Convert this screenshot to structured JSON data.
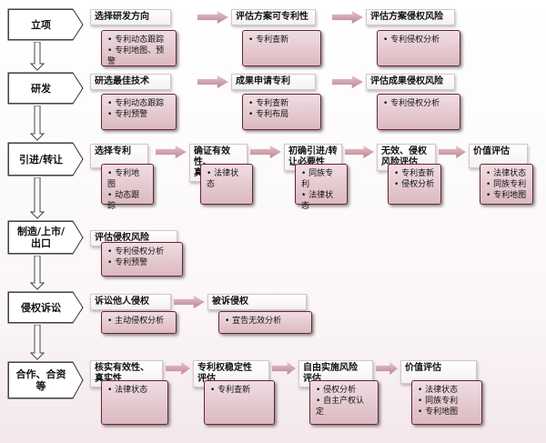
{
  "rows": [
    {
      "stage": "立项",
      "steps": [
        {
          "title": "选择研发方向",
          "items": [
            "专利动态跟踪",
            "专利地图、预警"
          ]
        },
        {
          "title": "评估方案可专利性",
          "items": [
            "专利查新"
          ]
        },
        {
          "title": "评估方案侵权风险",
          "items": [
            "专利侵权分析"
          ]
        }
      ]
    },
    {
      "stage": "研发",
      "steps": [
        {
          "title": "研选最佳技术",
          "items": [
            "专利动态跟踪",
            "专利预警"
          ]
        },
        {
          "title": "成果申请专利",
          "items": [
            "专利查新",
            "专利布局"
          ]
        },
        {
          "title": "评估成果侵权风险",
          "items": [
            "专利侵权分析"
          ]
        }
      ]
    },
    {
      "stage": "引进/转让",
      "steps": [
        {
          "title": "选择专利",
          "items": [
            "专利地图",
            "动态跟踪"
          ]
        },
        {
          "title": "确证有效性、\n真实性",
          "items": [
            "法律状态"
          ]
        },
        {
          "title": "初确引进/转\n让必要性",
          "items": [
            "同族专利",
            "法律状态"
          ]
        },
        {
          "title": "无效、侵权\n风险评估",
          "items": [
            "专利查新",
            "侵权分析"
          ]
        },
        {
          "title": "价值评估",
          "items": [
            "法律状态",
            "同族专利",
            "专利地图"
          ]
        }
      ]
    },
    {
      "stage": "制造/上市/\n出口",
      "steps": [
        {
          "title": "评估侵权风险",
          "items": [
            "专利侵权分析",
            "专利预警"
          ]
        }
      ]
    },
    {
      "stage": "侵权诉讼",
      "steps": [
        {
          "title": "诉讼他人侵权",
          "items": [
            "主动侵权分析"
          ]
        },
        {
          "title": "被诉侵权",
          "items": [
            "宣告无效分析"
          ]
        }
      ]
    },
    {
      "stage": "合作、合资\n等",
      "steps": [
        {
          "title": "核实有效性、\n真实性",
          "items": [
            "法律状态"
          ]
        },
        {
          "title": "专利权稳定性\n评估",
          "items": [
            "专利查新"
          ]
        },
        {
          "title": "自由实施风险\n评估",
          "items": [
            "侵权分析",
            "自主产权认\n定"
          ]
        },
        {
          "title": "价值评估",
          "items": [
            "法律状态",
            "同族专利",
            "专利地图"
          ]
        }
      ]
    }
  ]
}
